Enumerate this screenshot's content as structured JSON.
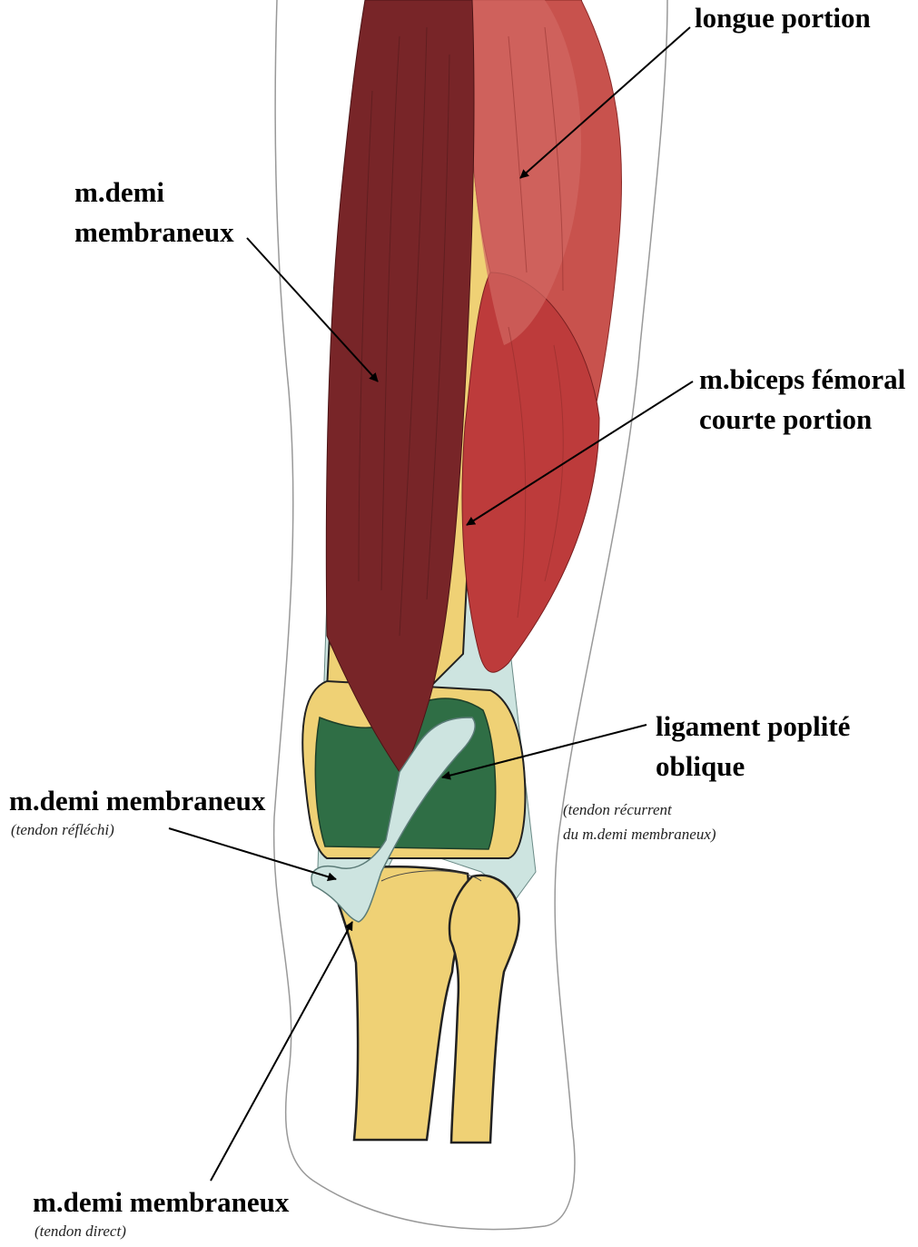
{
  "labels": {
    "biceps_long": {
      "line1": "longue portion"
    },
    "semimembranosus_upper": {
      "line1": "m.demi",
      "line2": "membraneux"
    },
    "biceps_short": {
      "line1": "m.biceps fémoral",
      "line2": "courte portion"
    },
    "oblique_popliteal": {
      "line1": "ligament poplité",
      "line2": "oblique",
      "note1": "(tendon récurrent",
      "note2": "du m.demi membraneux)"
    },
    "reflected_tendon": {
      "line1": "m.demi membraneux",
      "note": "(tendon réfléchi)"
    },
    "direct_tendon": {
      "line1": "m.demi membraneux",
      "note": "(tendon direct)"
    }
  },
  "colors": {
    "semimembranosus": "#782528",
    "biceps": "#bd3b3b",
    "bone": "#efd175",
    "ligament": "#2f6e45",
    "tendon": "#cde4e0",
    "outline": "#888888"
  }
}
